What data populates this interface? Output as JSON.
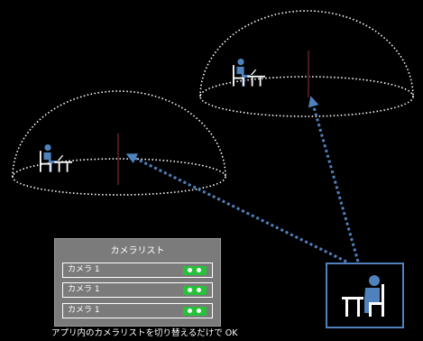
{
  "panel": {
    "title": "カメラリスト",
    "rows": [
      {
        "label": "カメラ 1"
      },
      {
        "label": "カメラ 1"
      },
      {
        "label": "カメラ 1"
      }
    ]
  },
  "caption": "アプリ内のカメラリストを切り替えるだけで OK",
  "icons": {
    "person": "person-at-desk-icon",
    "toggle": "toggle-switch-icon"
  },
  "colors": {
    "background": "#000000",
    "arrow": "#4f81bd",
    "figure": "#4f81bd",
    "toggle": "#27c13a",
    "panel": "#7b7b7b",
    "dome": "#ffffff",
    "pole": "#4a1a1a"
  }
}
